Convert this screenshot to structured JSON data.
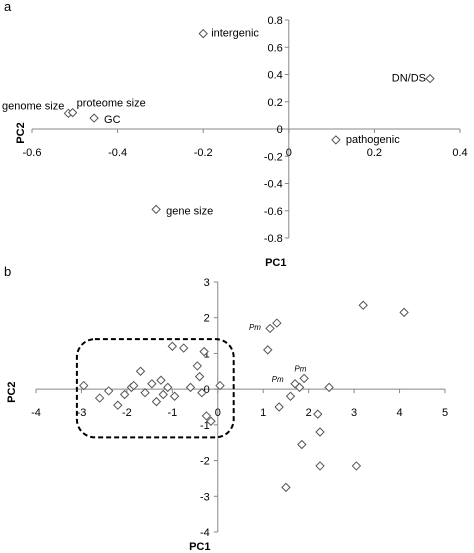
{
  "chart_data": [
    {
      "type": "scatter",
      "panel_label": "a",
      "xlabel": "PC1",
      "ylabel": "PC2",
      "xlim": [
        -0.6,
        0.4
      ],
      "ylim": [
        -0.8,
        0.8
      ],
      "xticks": [
        -0.6,
        -0.4,
        -0.2,
        0,
        0.2,
        0.4
      ],
      "yticks": [
        -0.8,
        -0.6,
        -0.4,
        -0.2,
        0,
        0.2,
        0.4,
        0.6,
        0.8
      ],
      "marker": "open-diamond",
      "points": [
        {
          "x": -0.2,
          "y": 0.7,
          "label": "intergenic"
        },
        {
          "x": 0.33,
          "y": 0.37,
          "label": "DN/DS"
        },
        {
          "x": -0.515,
          "y": 0.115,
          "label": "genome size"
        },
        {
          "x": -0.505,
          "y": 0.12,
          "label": "proteome size"
        },
        {
          "x": -0.455,
          "y": 0.08,
          "label": "GC"
        },
        {
          "x": 0.11,
          "y": -0.08,
          "label": "pathogenic"
        },
        {
          "x": -0.31,
          "y": -0.59,
          "label": "gene size"
        }
      ]
    },
    {
      "type": "scatter",
      "panel_label": "b",
      "xlabel": "PC1",
      "ylabel": "PC2",
      "xlim": [
        -4,
        5
      ],
      "ylim": [
        -4,
        3
      ],
      "xticks": [
        -4,
        -3,
        -2,
        -1,
        0,
        1,
        2,
        3,
        4,
        5
      ],
      "yticks": [
        -4,
        -3,
        -2,
        -1,
        0,
        1,
        2,
        3
      ],
      "marker": "open-diamond",
      "annotations": [
        {
          "text": "Pm",
          "x": 0.95,
          "y": 1.65
        },
        {
          "text": "Pm",
          "x": 1.95,
          "y": 0.5
        },
        {
          "text": "Pm",
          "x": 1.45,
          "y": 0.2
        }
      ],
      "highlight_box": {
        "x0": -3.1,
        "x1": 0.35,
        "y0": -1.35,
        "y1": 1.4,
        "style": "dashed-rounded"
      },
      "points": [
        {
          "x": -2.95,
          "y": 0.1
        },
        {
          "x": -2.6,
          "y": -0.25
        },
        {
          "x": -2.4,
          "y": -0.05
        },
        {
          "x": -2.2,
          "y": -0.45
        },
        {
          "x": -2.05,
          "y": -0.15
        },
        {
          "x": -1.9,
          "y": 0.05
        },
        {
          "x": -1.85,
          "y": 0.1
        },
        {
          "x": -1.7,
          "y": 0.5
        },
        {
          "x": -1.6,
          "y": -0.1
        },
        {
          "x": -1.45,
          "y": 0.15
        },
        {
          "x": -1.35,
          "y": -0.35
        },
        {
          "x": -1.25,
          "y": 0.25
        },
        {
          "x": -1.2,
          "y": -0.15
        },
        {
          "x": -1.1,
          "y": 0.05
        },
        {
          "x": -1.0,
          "y": 1.2
        },
        {
          "x": -0.75,
          "y": 1.15
        },
        {
          "x": -0.95,
          "y": -0.2
        },
        {
          "x": -0.6,
          "y": 0.05
        },
        {
          "x": -0.45,
          "y": 0.65
        },
        {
          "x": -0.4,
          "y": 0.35
        },
        {
          "x": -0.35,
          "y": -0.1
        },
        {
          "x": -0.3,
          "y": 1.05
        },
        {
          "x": -0.25,
          "y": -0.75
        },
        {
          "x": -0.15,
          "y": -0.9
        },
        {
          "x": 0.05,
          "y": 0.1
        },
        {
          "x": 1.1,
          "y": 1.1
        },
        {
          "x": 1.15,
          "y": 1.7
        },
        {
          "x": 1.3,
          "y": 1.85
        },
        {
          "x": 1.35,
          "y": -0.5
        },
        {
          "x": 1.6,
          "y": -0.2
        },
        {
          "x": 1.7,
          "y": 0.15
        },
        {
          "x": 1.8,
          "y": 0.05
        },
        {
          "x": 1.9,
          "y": 0.3
        },
        {
          "x": 2.2,
          "y": -0.7
        },
        {
          "x": 2.45,
          "y": 0.05
        },
        {
          "x": 2.25,
          "y": -1.2
        },
        {
          "x": 1.85,
          "y": -1.55
        },
        {
          "x": 2.25,
          "y": -2.15
        },
        {
          "x": 1.5,
          "y": -2.75
        },
        {
          "x": 3.05,
          "y": -2.15
        },
        {
          "x": 3.2,
          "y": 2.35
        },
        {
          "x": 4.1,
          "y": 2.15
        }
      ]
    }
  ]
}
